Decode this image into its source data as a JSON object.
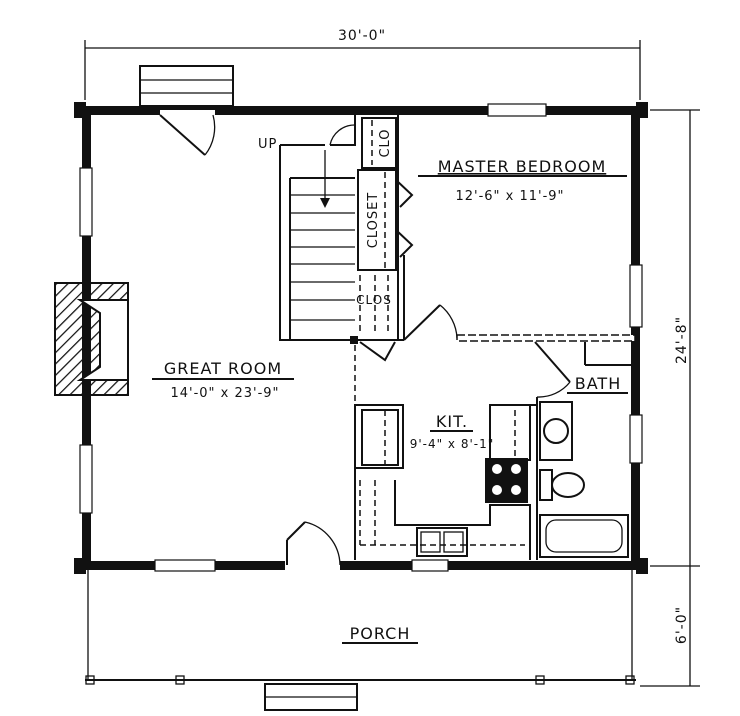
{
  "dimensions": {
    "width": "30'-0\"",
    "depth_house": "24'-8\"",
    "depth_porch": "6'-0\""
  },
  "rooms": {
    "master_bedroom": {
      "name": "MASTER BEDROOM",
      "size": "12'-6\" x 11'-9\""
    },
    "great_room": {
      "name": "GREAT ROOM",
      "size": "14'-0\" x 23'-9\""
    },
    "kitchen": {
      "name": "KIT.",
      "size": "9'-4\" x 8'-1\""
    },
    "bath": {
      "name": "BATH"
    },
    "porch": {
      "name": "PORCH"
    },
    "closet": {
      "name": "CLOSET"
    },
    "clo": {
      "name": "CLO"
    },
    "clos": {
      "name": "CLOS"
    }
  },
  "stairs": {
    "label": "UP"
  }
}
